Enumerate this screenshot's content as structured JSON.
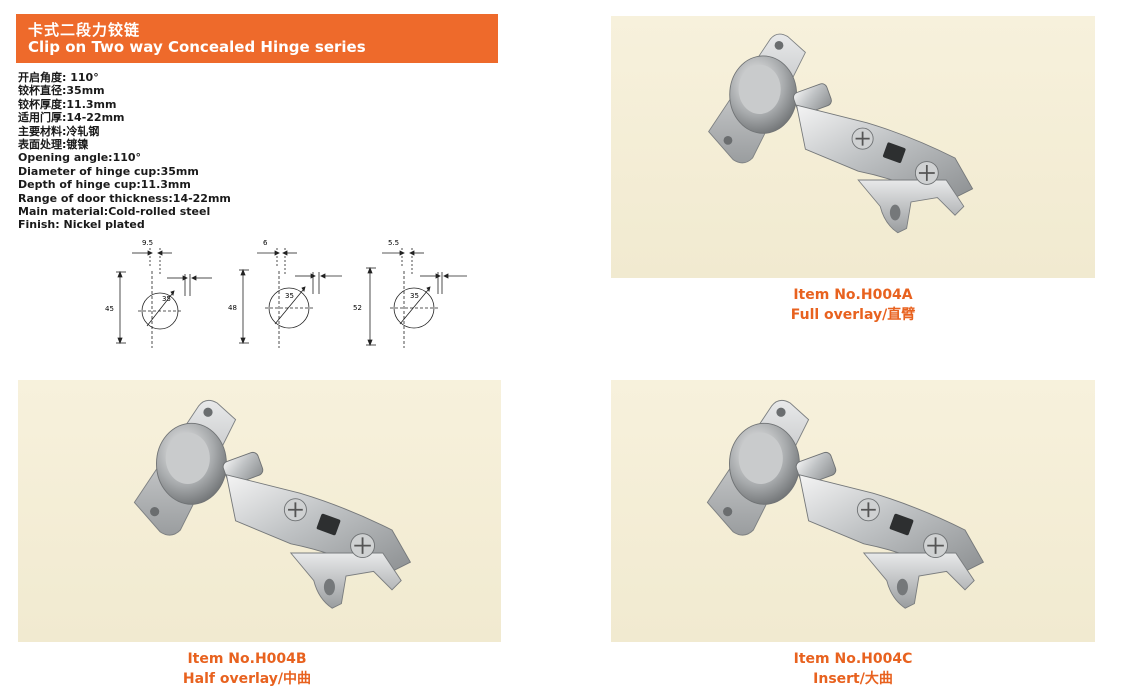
{
  "header": {
    "title_cn": "卡式二段力铰链",
    "title_en": "Clip on Two way Concealed Hinge series"
  },
  "specs": [
    "开启角度: 110°",
    "铰杯直径:35mm",
    "铰杯厚度:11.3mm",
    "适用门厚:14-22mm",
    "主要材料:冷轧钢",
    "表面处理:镀镍",
    "Opening angle:110°",
    "Diameter of hinge cup:35mm",
    "Depth of hinge cup:11.3mm",
    "Range of door thickness:14-22mm",
    "Main material:Cold-rolled steel",
    "Finish: Nickel plated"
  ],
  "diagrams": [
    {
      "offset": "9.5",
      "height": "45",
      "cup": "35"
    },
    {
      "offset": "6",
      "height": "48",
      "cup": "35"
    },
    {
      "offset": "5.5",
      "height": "52",
      "cup": "35"
    }
  ],
  "products": [
    {
      "item": "Item No.H004A",
      "type": "Full overlay/直臂"
    },
    {
      "item": "Item No.H004B",
      "type": "Half overlay/中曲"
    },
    {
      "item": "Item No.H004C",
      "type": "Insert/大曲"
    }
  ],
  "colors": {
    "accent": "#ee6a2b",
    "caption": "#e8621f",
    "photo_bg": "#f4eed6"
  }
}
